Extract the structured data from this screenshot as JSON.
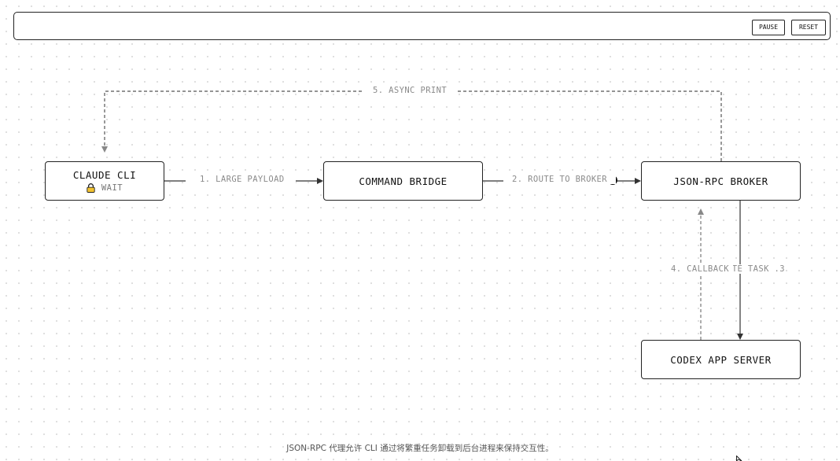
{
  "toolbar": {
    "pause_label": "PAUSE",
    "reset_label": "RESET"
  },
  "nodes": {
    "claude_cli": {
      "label": "CLAUDE CLI",
      "status": "WAIT"
    },
    "command_bridge": {
      "label": "COMMAND BRIDGE"
    },
    "json_rpc_broker": {
      "label": "JSON-RPC BROKER"
    },
    "codex_app_server": {
      "label": "CODEX APP SERVER"
    }
  },
  "edges": {
    "large_payload": "1. LARGE PAYLOAD",
    "route_to_broker": "2. ROUTE TO BROKER",
    "execute_task": "3. EXECUTE TASK",
    "callback": "4. CALLBACK",
    "async_print": "5. ASYNC PRINT"
  },
  "footer": {
    "caption": "JSON-RPC 代理允许 CLI 通过将繁重任务卸载到后台进程来保持交互性。"
  },
  "icons": {
    "status_icon": "lock-icon",
    "cursor": "mouse-pointer-icon"
  },
  "colors": {
    "line": "#333333",
    "dashed": "#666666",
    "label": "#8a8a8a",
    "lock": "#f2c230"
  }
}
